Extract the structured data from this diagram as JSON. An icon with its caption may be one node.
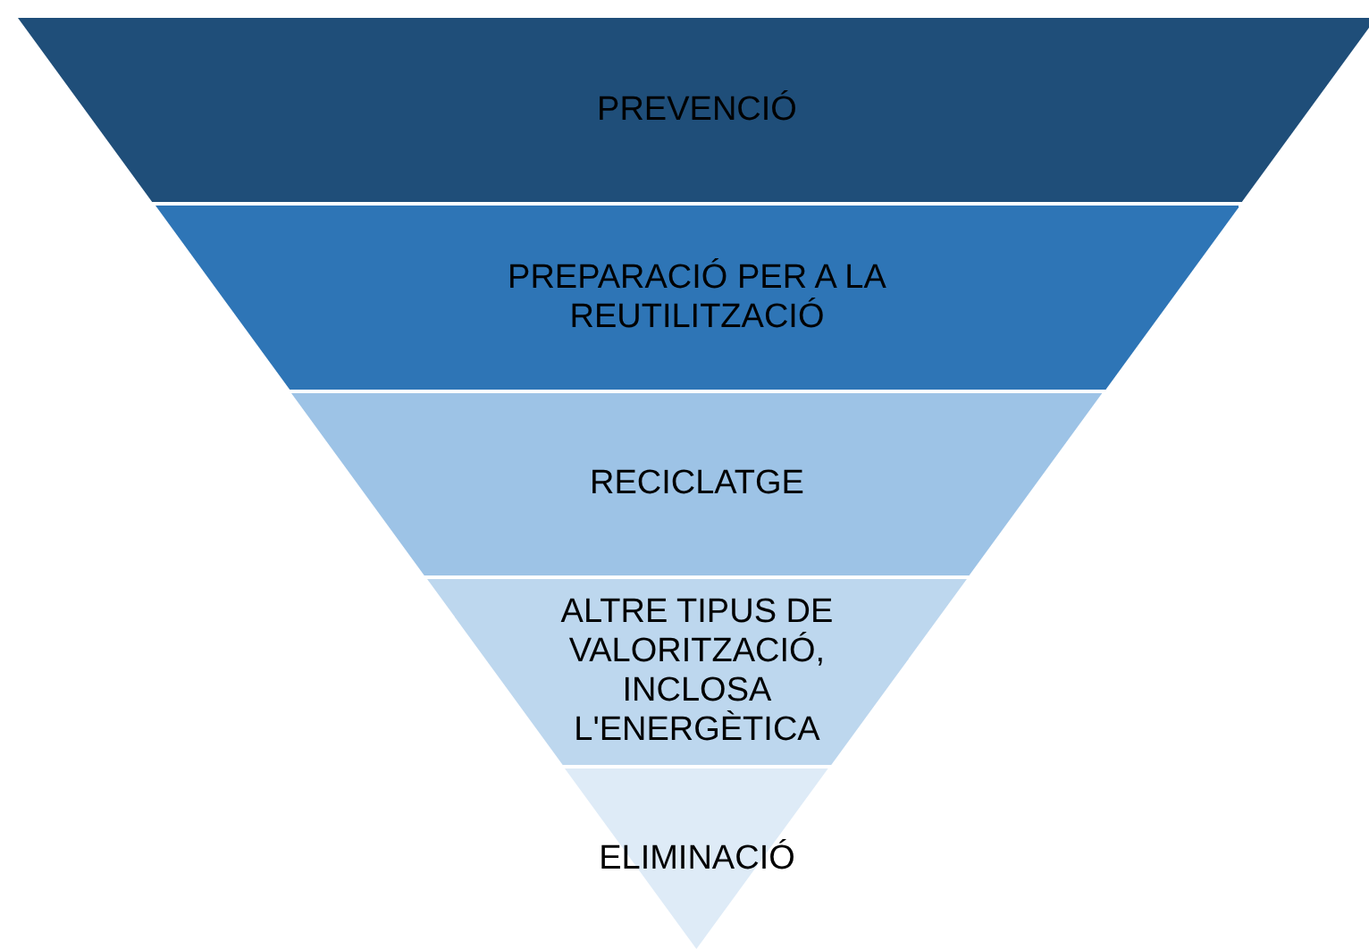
{
  "diagram": {
    "nodes": [
      {
        "text": [
          "PREVENCIÓ"
        ]
      },
      {
        "text": [
          "PREPARACIÓ PER A LA REUTILITZACIÓ"
        ]
      },
      {
        "text": [
          "RECICLATGE"
        ]
      },
      {
        "text": [
          "ALTRE TIPUS DE VALORITZACIÓ, INCLOSA L'ENERGÈTICA"
        ]
      },
      {
        "text": [
          "ELIMINACIÓ"
        ]
      }
    ]
  }
}
